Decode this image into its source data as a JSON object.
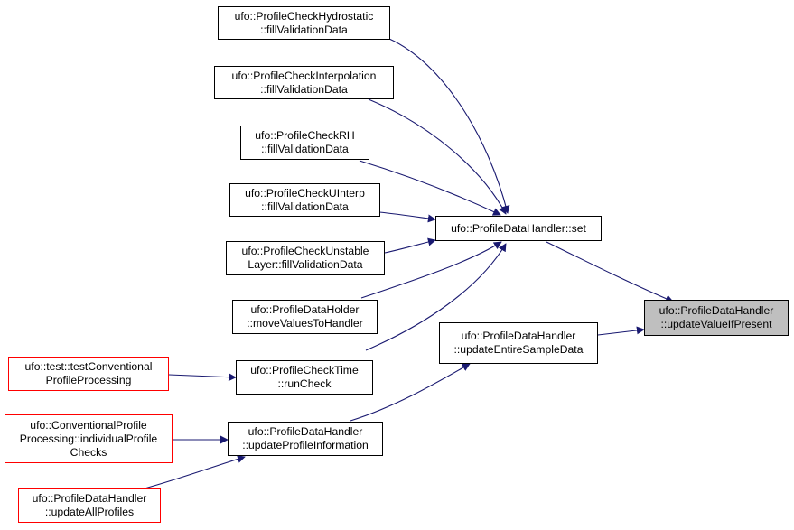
{
  "colors": {
    "edge": "#191970",
    "node_border": "#000000",
    "external_node_border": "#ff0000",
    "focus_fill": "#bfbfbf"
  },
  "nodes": {
    "hydrostatic": {
      "line1": "ufo::ProfileCheckHydrostatic",
      "line2": "::fillValidationData"
    },
    "interpolation": {
      "line1": "ufo::ProfileCheckInterpolation",
      "line2": "::fillValidationData"
    },
    "rh": {
      "line1": "ufo::ProfileCheckRH",
      "line2": "::fillValidationData"
    },
    "uinterp": {
      "line1": "ufo::ProfileCheckUInterp",
      "line2": "::fillValidationData"
    },
    "unstable": {
      "line1": "ufo::ProfileCheckUnstable",
      "line2": "Layer::fillValidationData"
    },
    "holder": {
      "line1": "ufo::ProfileDataHolder",
      "line2": "::moveValuesToHandler"
    },
    "time": {
      "line1": "ufo::ProfileCheckTime",
      "line2": "::runCheck"
    },
    "testconv": {
      "line1": "ufo::test::testConventional",
      "line2": "ProfileProcessing"
    },
    "convproc": {
      "line1": "ufo::ConventionalProfile",
      "line2": "Processing::individualProfile",
      "line3": "Checks"
    },
    "updateinfo": {
      "line1": "ufo::ProfileDataHandler",
      "line2": "::updateProfileInformation"
    },
    "updateall": {
      "line1": "ufo::ProfileDataHandler",
      "line2": "::updateAllProfiles"
    },
    "set": {
      "line1": "ufo::ProfileDataHandler::set"
    },
    "updateentire": {
      "line1": "ufo::ProfileDataHandler",
      "line2": "::updateEntireSampleData"
    },
    "focus": {
      "line1": "ufo::ProfileDataHandler",
      "line2": "::updateValueIfPresent"
    }
  }
}
